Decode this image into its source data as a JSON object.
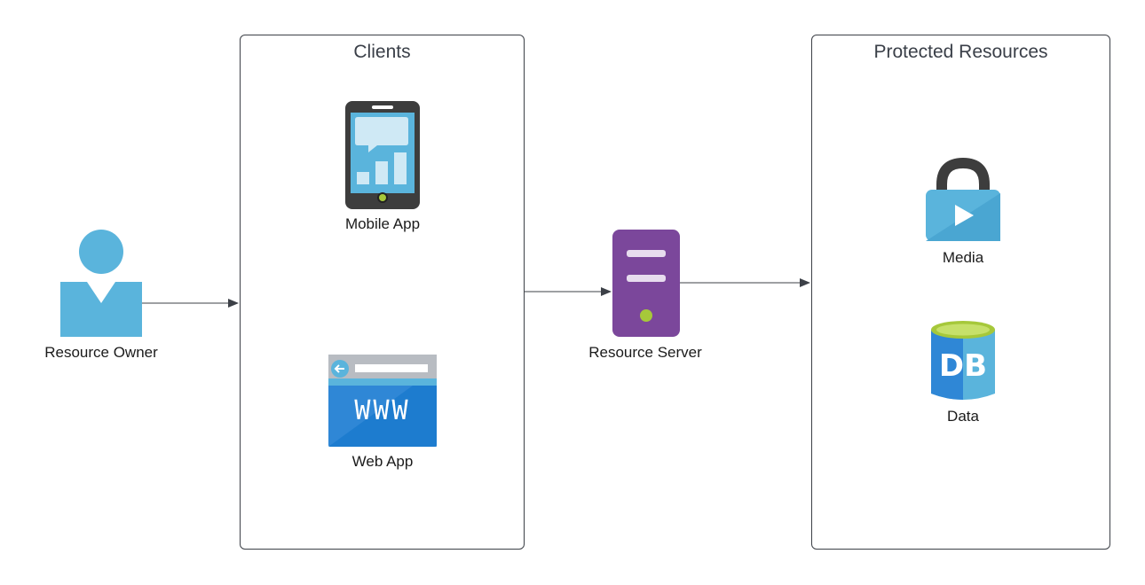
{
  "containers": {
    "clients": {
      "title": "Clients"
    },
    "protected_resources": {
      "title": "Protected Resources"
    }
  },
  "nodes": {
    "resource_owner": {
      "label": "Resource Owner",
      "icon": "person-icon"
    },
    "mobile_app": {
      "label": "Mobile App",
      "icon": "mobile-phone-icon"
    },
    "web_app": {
      "label": "Web App",
      "icon": "browser-window-icon",
      "badge": "WWW"
    },
    "resource_server": {
      "label": "Resource Server",
      "icon": "server-icon"
    },
    "media": {
      "label": "Media",
      "icon": "lock-play-icon"
    },
    "data": {
      "label": "Data",
      "icon": "database-icon",
      "badge": "DB"
    }
  },
  "edges": [
    {
      "from": "Resource Owner",
      "to": "Clients"
    },
    {
      "from": "Clients",
      "to": "Resource Server"
    },
    {
      "from": "Resource Server",
      "to": "Protected Resources"
    }
  ],
  "colors": {
    "light_blue": "#5ab4dc",
    "dark_gray": "#3d3d3d",
    "purple": "#7b479b",
    "lime": "#a6c83a",
    "web_blue": "#2f87d6",
    "line": "#3c4047"
  }
}
